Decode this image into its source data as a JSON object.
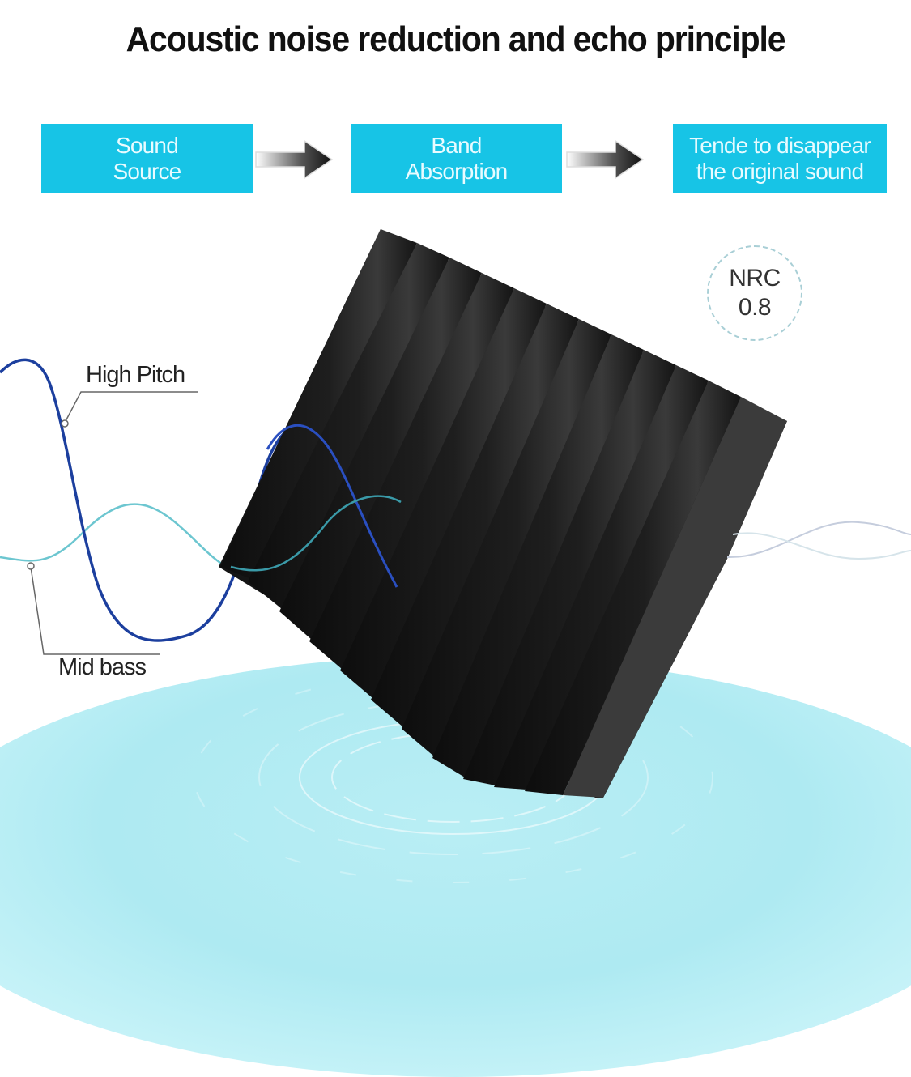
{
  "title": "Acoustic noise reduction and echo principle",
  "flow": {
    "steps": [
      {
        "label": "Sound\nSource"
      },
      {
        "label": "Band\nAbsorption"
      },
      {
        "label": "Tende to disappear\nthe original sound"
      }
    ],
    "arrow_icon": "right-arrow-icon"
  },
  "badge": {
    "label": "NRC",
    "value": "0.8"
  },
  "waves": {
    "high_pitch_label": "High Pitch",
    "mid_bass_label": "Mid bass",
    "colors": {
      "high_pitch": "#1c3f9e",
      "mid_bass": "#6cc6d0",
      "residual": "#b8c4d8"
    }
  },
  "product": {
    "name": "wedge acoustic foam panel",
    "color": "#1c1c1c"
  },
  "colors": {
    "accent": "#17c4e6",
    "floor": "#b4ecf3"
  }
}
